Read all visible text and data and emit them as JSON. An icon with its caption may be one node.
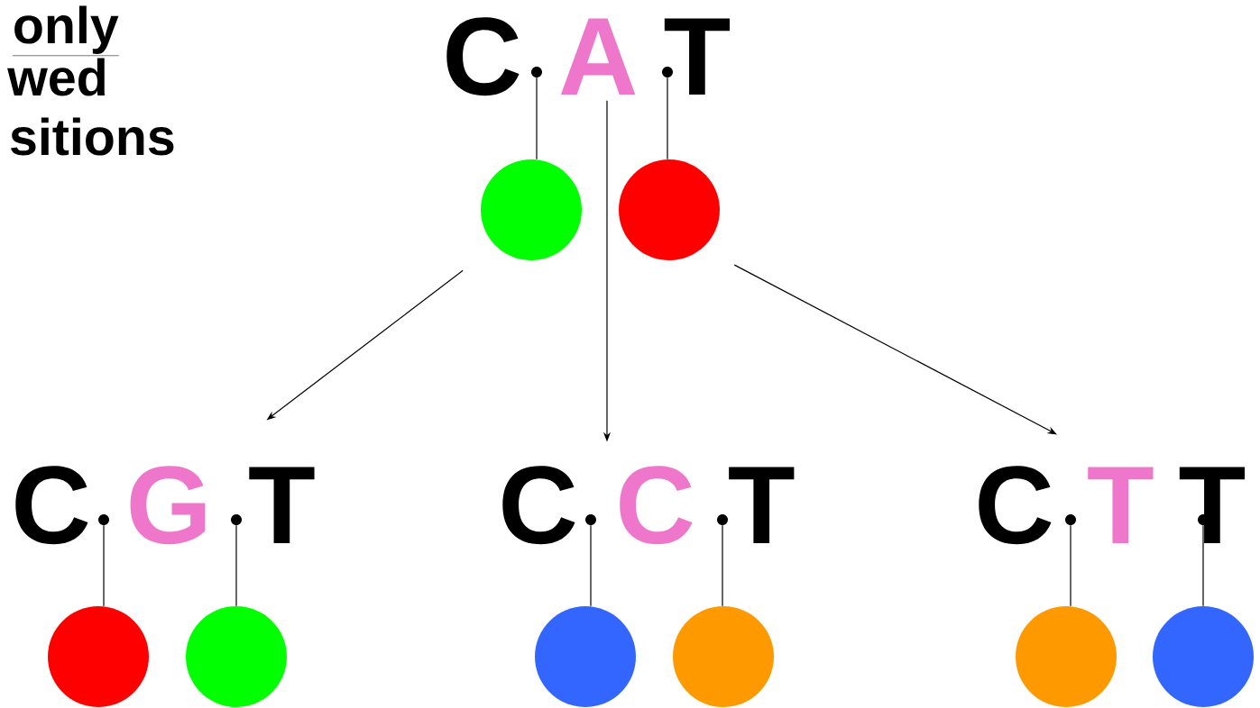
{
  "diagram": {
    "nodes": [
      {
        "text": [
          "C",
          "A",
          "T"
        ]
      },
      {
        "text": [],
        "shape": "dot"
      },
      {
        "text": [],
        "shape": "dot"
      },
      {
        "text": [],
        "shape": "circle"
      },
      {
        "text": [],
        "shape": "circle"
      },
      {
        "text": [
          "C",
          "G",
          "T"
        ]
      },
      {
        "text": [],
        "shape": "dot"
      },
      {
        "text": [],
        "shape": "dot"
      },
      {
        "text": [],
        "shape": "circle"
      },
      {
        "text": [],
        "shape": "circle"
      },
      {
        "text": [
          "C",
          "C",
          "T"
        ]
      },
      {
        "text": [],
        "shape": "dot"
      },
      {
        "text": [],
        "shape": "dot"
      },
      {
        "text": [],
        "shape": "circle"
      },
      {
        "text": [],
        "shape": "circle"
      },
      {
        "text": [
          "C",
          "T",
          "T"
        ]
      },
      {
        "text": [],
        "shape": "dot"
      },
      {
        "text": [],
        "shape": "dot"
      },
      {
        "text": [],
        "shape": "circle"
      },
      {
        "text": [],
        "shape": "circle"
      }
    ],
    "edges": [
      {
        "from": 1,
        "to": 3,
        "arrow": "none"
      },
      {
        "from": 2,
        "to": 4,
        "arrow": "none"
      },
      {
        "from": 6,
        "to": 8,
        "arrow": "none"
      },
      {
        "from": 7,
        "to": 9,
        "arrow": "none"
      },
      {
        "from": 11,
        "to": 13,
        "arrow": "none"
      },
      {
        "from": 12,
        "to": 14,
        "arrow": "none"
      },
      {
        "from": 16,
        "to": 18,
        "arrow": "none"
      },
      {
        "from": 17,
        "to": 19,
        "arrow": "none"
      },
      {
        "from": 3,
        "to": 5,
        "arrow": "to"
      },
      {
        "from": 0,
        "to": 10,
        "arrow": "to"
      },
      {
        "from": 4,
        "to": 15,
        "arrow": "to"
      }
    ],
    "labels": [
      "only",
      "wed",
      "sitions"
    ]
  }
}
